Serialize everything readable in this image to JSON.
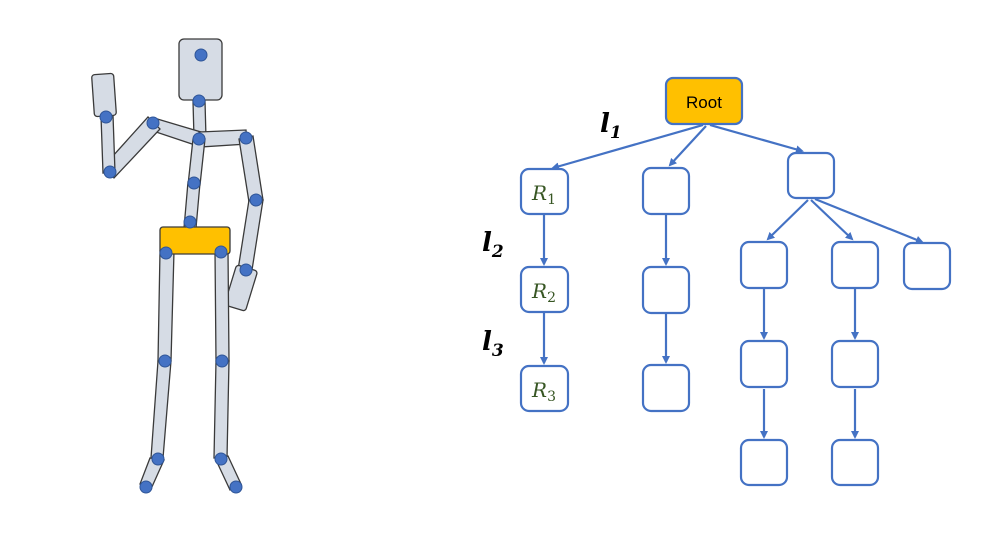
{
  "colors": {
    "bone_fill": "#d6dce5",
    "bone_stroke": "#3a3a3a",
    "joint": "#4472c4",
    "root_joint_block": "#ffc000",
    "tree_edge": "#4472c4",
    "root_node_fill": "#ffc000",
    "node_label_text": "#375623"
  },
  "skeleton": {
    "root_segment_color_name": "pelvis-root"
  },
  "tree": {
    "root": {
      "label": "Root"
    },
    "chain_nodes": [
      {
        "base": "R",
        "sub": "1"
      },
      {
        "base": "R",
        "sub": "2"
      },
      {
        "base": "R",
        "sub": "3"
      }
    ],
    "levels": [
      {
        "base": "l",
        "sub": "1"
      },
      {
        "base": "l",
        "sub": "2"
      },
      {
        "base": "l",
        "sub": "3"
      }
    ]
  }
}
